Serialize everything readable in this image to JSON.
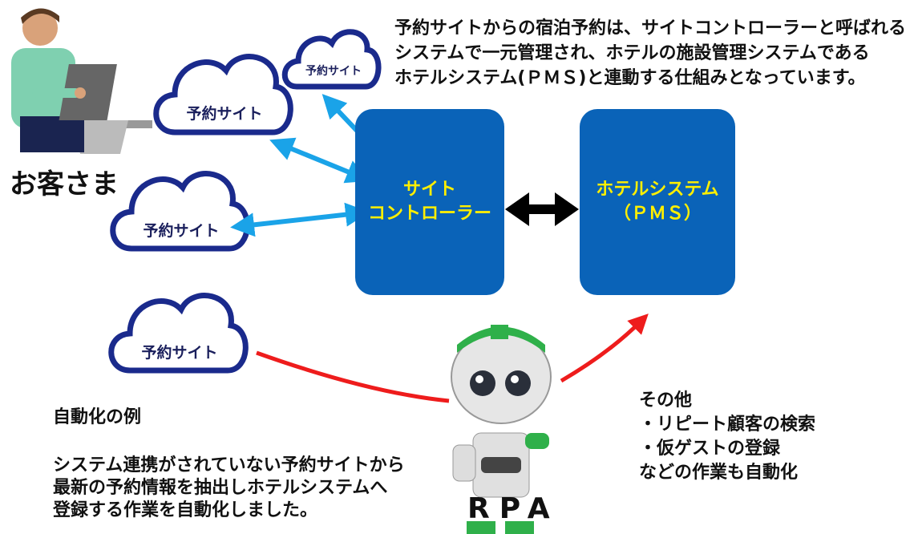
{
  "header": {
    "lines": [
      "予約サイトからの宿泊予約は、サイトコントローラーと呼ばれる",
      "システムで一元管理され、ホテルの施設管理システムである",
      "ホテルシステム(ＰＭＳ)と連動する仕組みとなっています。"
    ]
  },
  "customer": {
    "label": "お客さま"
  },
  "clouds": [
    "予約サイト",
    "予約サイト",
    "予約サイト",
    "予約サイト"
  ],
  "site_controller": {
    "line1": "サイト",
    "line2": "コントローラー"
  },
  "hotel_system": {
    "line1": "ホテルシステム",
    "line2": "（ＰＭＳ）"
  },
  "automation": {
    "title": "自動化の例",
    "lines": [
      "システム連携がされていない予約サイトから",
      "最新の予約情報を抽出しホテルシステムへ",
      "登録する作業を自動化しました。"
    ]
  },
  "other": {
    "lines": [
      "その他",
      "・リピート顧客の検索",
      "・仮ゲストの登録",
      "などの作業も自動化"
    ]
  },
  "rpa": {
    "label": "RPA"
  },
  "colors": {
    "box": "#0a63b8",
    "box_text": "#ffef00",
    "cloud": "#1a2a8c",
    "arrow_blue": "#1aa3e8",
    "arrow_red": "#ee1c1c"
  }
}
